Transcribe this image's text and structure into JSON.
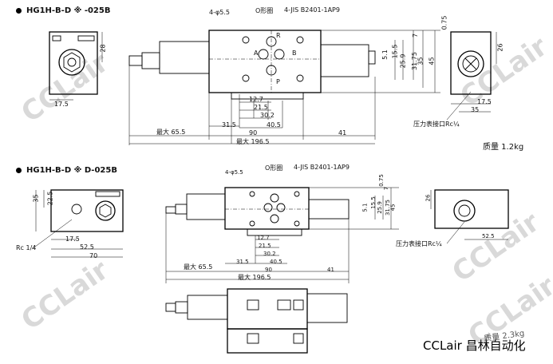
{
  "watermark": "CCLair",
  "brand_text": "CCLair 昌林自动化",
  "section1": {
    "title": "HG1H-B-D ※ -025B",
    "hole_label": "4-φ5.5",
    "o_ring_label": "O形圈",
    "jis_label": "4-JIS B2401-1AP9",
    "ports": [
      "A",
      "B",
      "R",
      "P"
    ],
    "dims_bottom": [
      "12.7",
      "21.5",
      "30.2",
      "40.5",
      "31.5",
      "90",
      "41",
      "最大 65.5",
      "最大 196.5"
    ],
    "dims_right": [
      "0.75",
      "7",
      "15.5",
      "25.9",
      "31.75",
      "35",
      "45",
      "5.1"
    ],
    "left_dims": [
      "28",
      "17.5"
    ],
    "right_view_dims": [
      "26",
      "17.5",
      "35"
    ],
    "pressure_port": "压力表接口Rc¼",
    "mass": "质量  1.2kg"
  },
  "section2": {
    "title": "HG1H-B-D ※ D-025B",
    "hole_label": "4-φ5.5",
    "o_ring_label": "O形圈",
    "jis_label": "4-JIS B2401-1AP9",
    "left_dims": [
      "22.5",
      "35",
      "17.5",
      "52.5",
      "70",
      "Rc 1/4"
    ],
    "dims_bottom": [
      "12.7",
      "21.5",
      "30.2",
      "40.5",
      "31.5",
      "90",
      "41",
      "最大  65.5",
      "最大  196.5"
    ],
    "dims_right": [
      "0.75",
      "7",
      "15.5",
      "25.9",
      "31.75",
      "45",
      "5.1"
    ],
    "right_view_dims": [
      "26",
      "52.5"
    ],
    "pressure_port": "压力表接口Rc¼",
    "mass": "质量 2.3kg"
  }
}
